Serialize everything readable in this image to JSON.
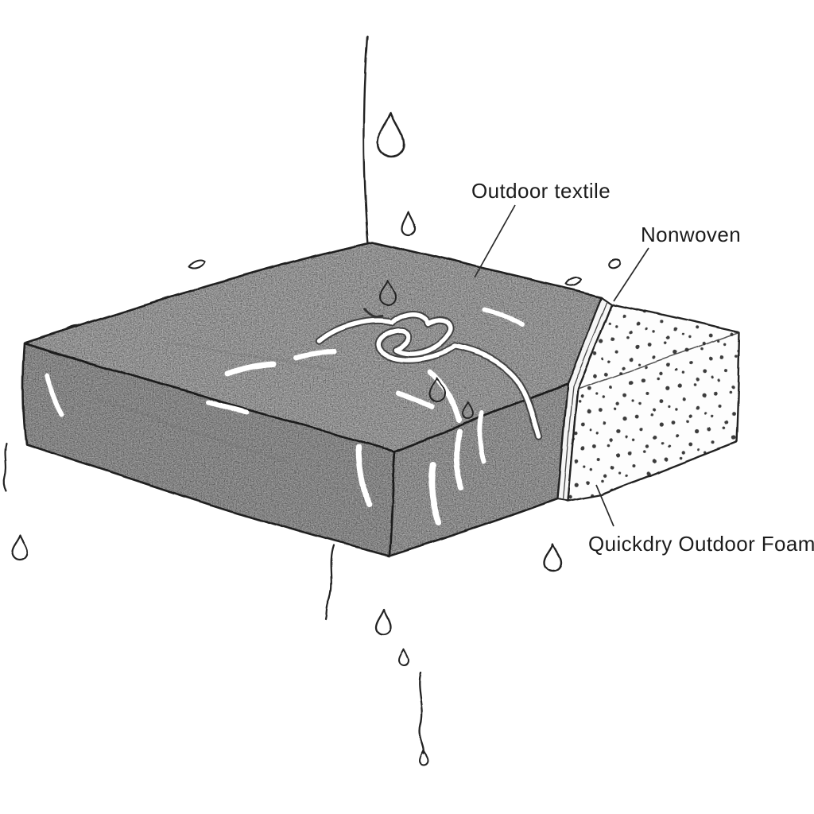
{
  "diagram": {
    "background_color": "#ffffff",
    "ink_color": "#242424",
    "textile_color": "#b1b1b1",
    "foam_color": "#fdfdfd",
    "labels": {
      "outdoor_textile": "Outdoor textile",
      "nonwoven": "Nonwoven",
      "quickdry_foam": "Quickdry Outdoor Foam"
    }
  }
}
